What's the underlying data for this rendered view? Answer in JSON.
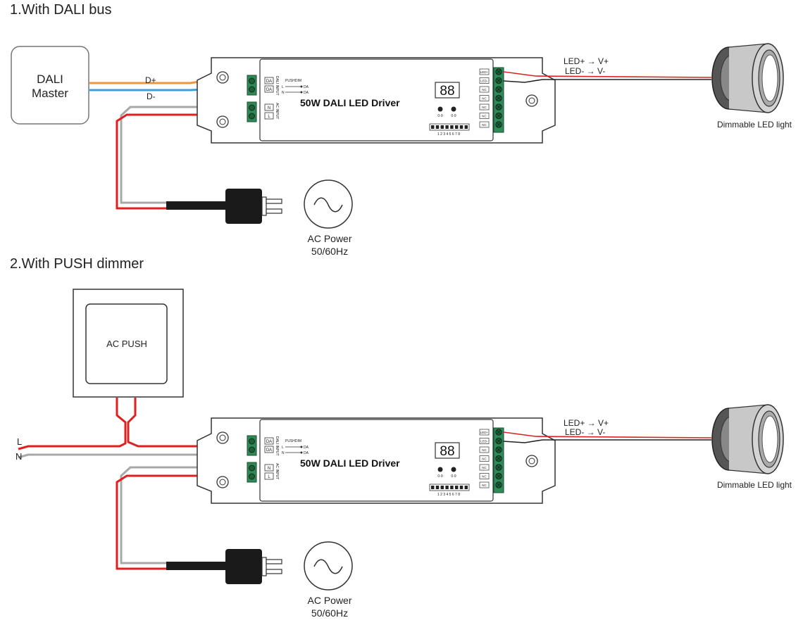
{
  "sections": [
    {
      "title": "1.With DALI bus",
      "controller_label_1": "DALI",
      "controller_label_2": "Master",
      "bus_label_plus": "D+",
      "bus_label_minus": "D-"
    },
    {
      "title": "2.With PUSH dimmer",
      "controller_label": "AC PUSH",
      "line_label": "L",
      "neutral_label": "N"
    }
  ],
  "driver": {
    "title": "50W  DALI LED Driver",
    "display_value": "88",
    "dali_terminals": [
      "DA",
      "DA"
    ],
    "ac_terminals": [
      "N",
      "L"
    ],
    "dali_input_label": "DALI INPUT",
    "ac_input_label": "AC INPUT",
    "pushdim_label": "PUSHDIM",
    "pushdim_terminal_l": "L",
    "pushdim_terminal_n": "N",
    "pushdim_out_1": "DA",
    "pushdim_out_2": "DA",
    "knob_labels": [
      "0-9",
      "0-9"
    ],
    "dip_numbers": "1 2 3 4 5 6 7 8",
    "output_terminals": [
      "LED+",
      "LED-",
      "NC",
      "NC",
      "NC",
      "NC",
      "NC"
    ]
  },
  "output": {
    "line1": "LED+ → V+",
    "line2": "LED-  → V-",
    "load_label": "Dimmable LED light"
  },
  "power": {
    "label_1": "AC Power",
    "label_2": "50/60Hz"
  },
  "colors": {
    "dali_plus_wire": "#f0963a",
    "dali_minus_wire": "#3aa0dc",
    "live_wire": "#e02020",
    "neutral_wire": "#a8a8a8",
    "terminal_green": "#2e8b57",
    "plug": "#1a1a1a",
    "outline": "#333333",
    "led_minus_wire": "#222222"
  }
}
